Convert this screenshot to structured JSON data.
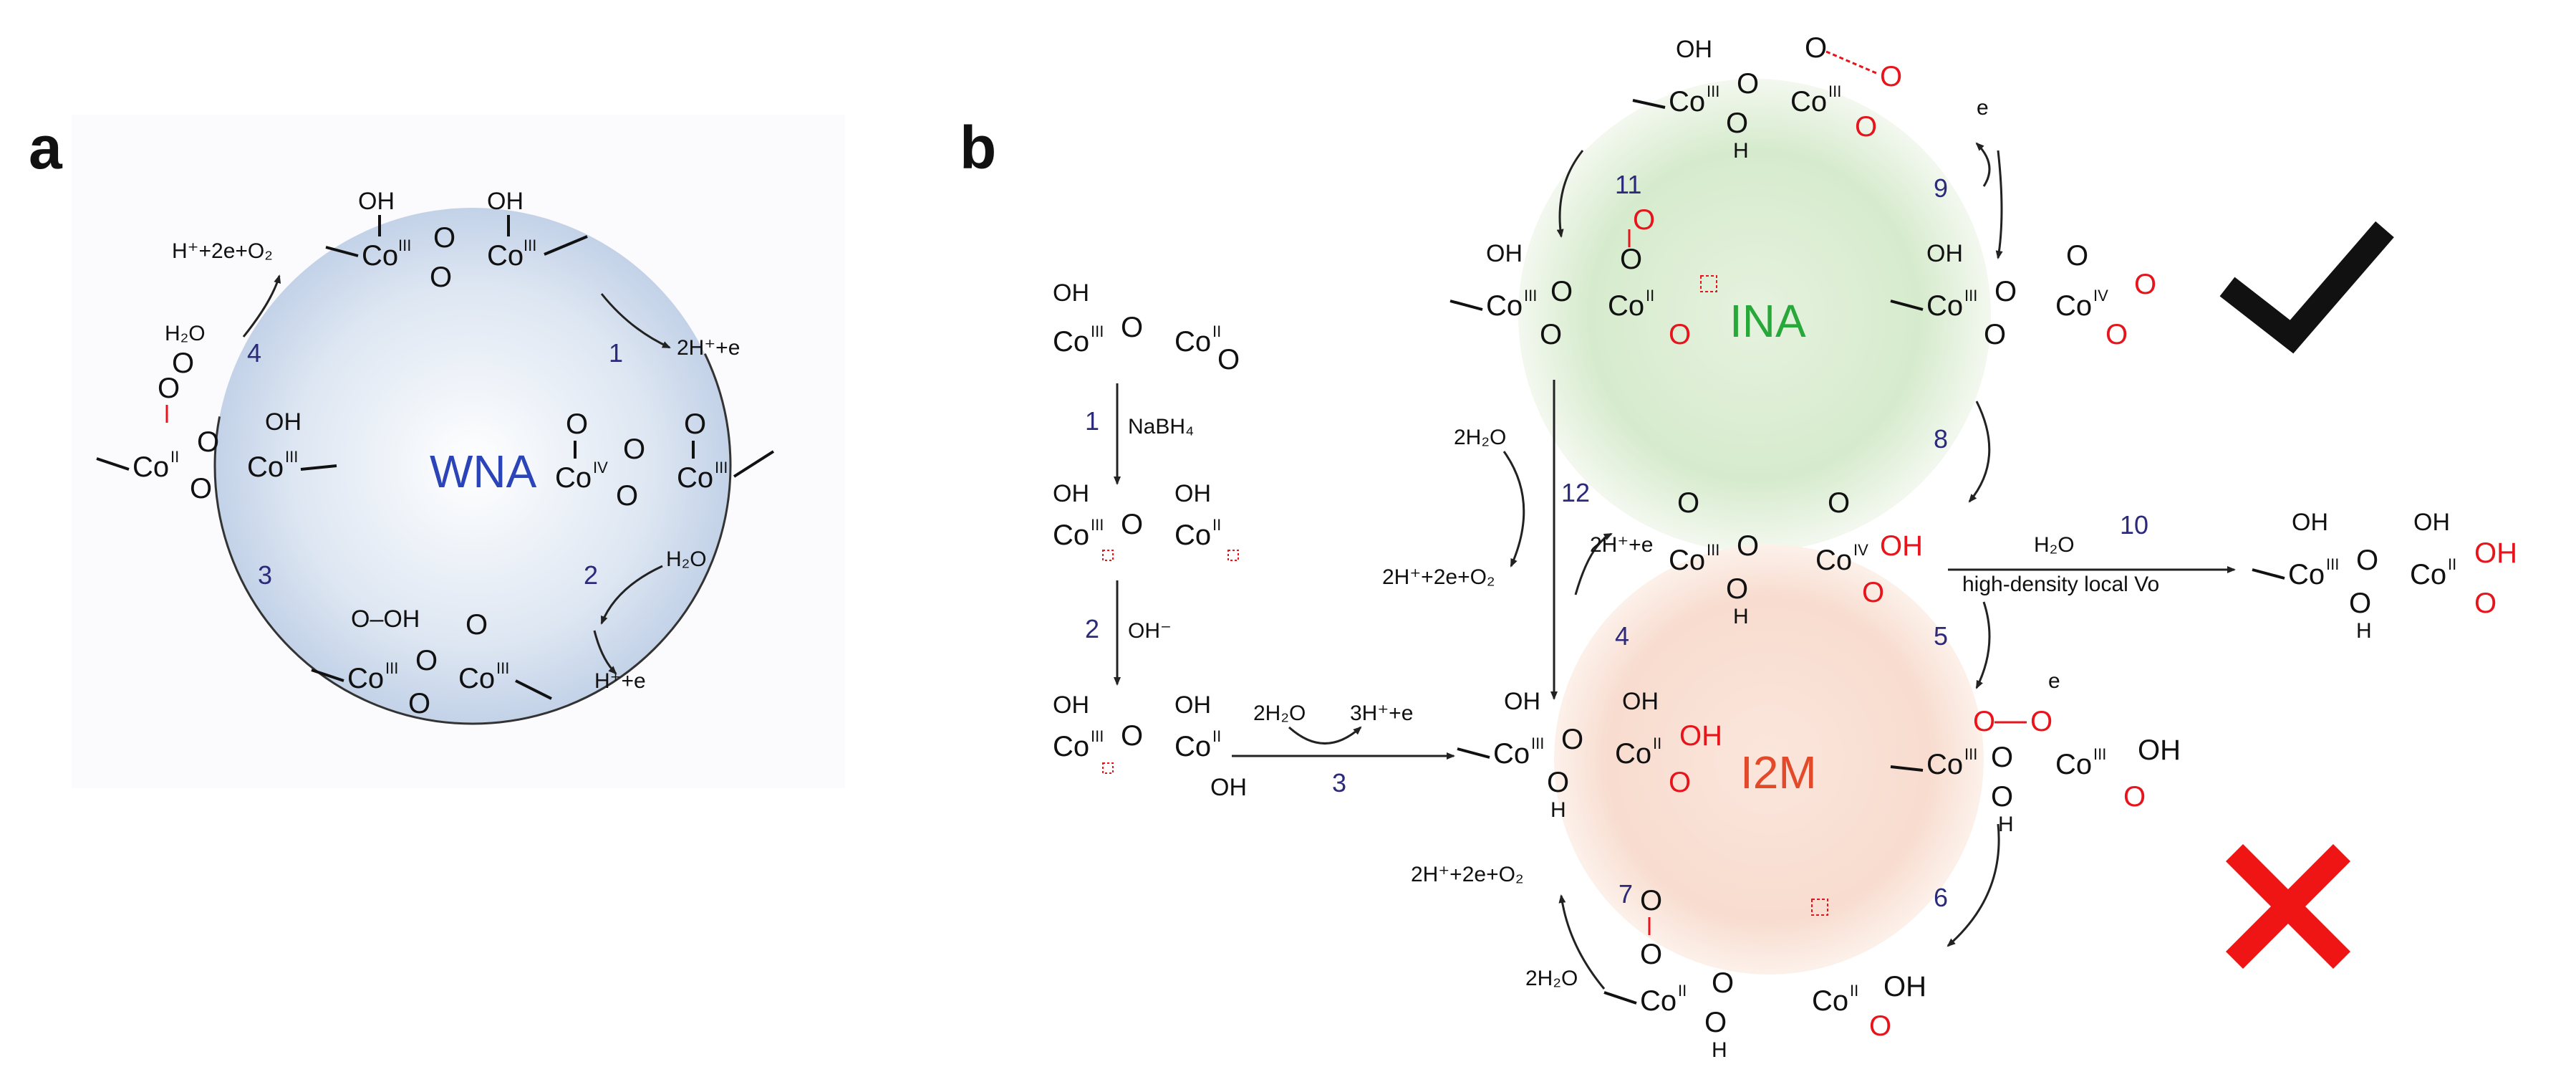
{
  "panel_a": {
    "letter": "a",
    "cycle_label": "WNA",
    "steps": [
      "1",
      "2",
      "3",
      "4"
    ],
    "species": {
      "h_2e_o2": "H⁺+2e+O₂",
      "h2o_in_4": "H₂O",
      "out_1": "2H⁺+e",
      "h2o_in_2": "H₂O",
      "out_2": "H⁺+e"
    }
  },
  "panel_b": {
    "letter": "b",
    "top_cycle_label": "INA",
    "bottom_cycle_label": "I2M",
    "prep_steps": [
      "1",
      "2",
      "3"
    ],
    "cycle_steps": [
      "4",
      "5",
      "6",
      "7",
      "8",
      "9",
      "10",
      "11",
      "12"
    ],
    "reagents": {
      "nabh4": "NaBH₄",
      "oh": "OH⁻",
      "two_h2o": "2H₂O",
      "three_h_e": "3H⁺+e",
      "two_h2o_11": "2H₂O",
      "out_11": "2H⁺+2e+O₂",
      "out_4": "2H⁺+e",
      "out_5": "e",
      "out_9": "e",
      "out_7": "2H⁺+2e+O₂",
      "h2o_7": "2H₂O",
      "h2o_12": "H₂O",
      "cond_12": "high-density local Vo"
    },
    "verdict": {
      "check": "check-mark-icon",
      "cross": "cross-mark-icon"
    }
  },
  "chem": {
    "co": "Co",
    "o": "O",
    "oh": "OH",
    "h": "H",
    "ooh": "O–OH",
    "ox2": "II",
    "ox3": "III",
    "ox4": "IV"
  },
  "colors": {
    "wna_bubble": "#c9d7ea",
    "ina_bubble": "#cfe6c6",
    "i2m_bubble": "#f7dacd",
    "ina_text": "#29a83a",
    "i2m_text": "#e24a2a",
    "wna_text": "#2b45b8",
    "check": "#111111",
    "cross": "#f01515",
    "red_atom": "#e8141b"
  }
}
